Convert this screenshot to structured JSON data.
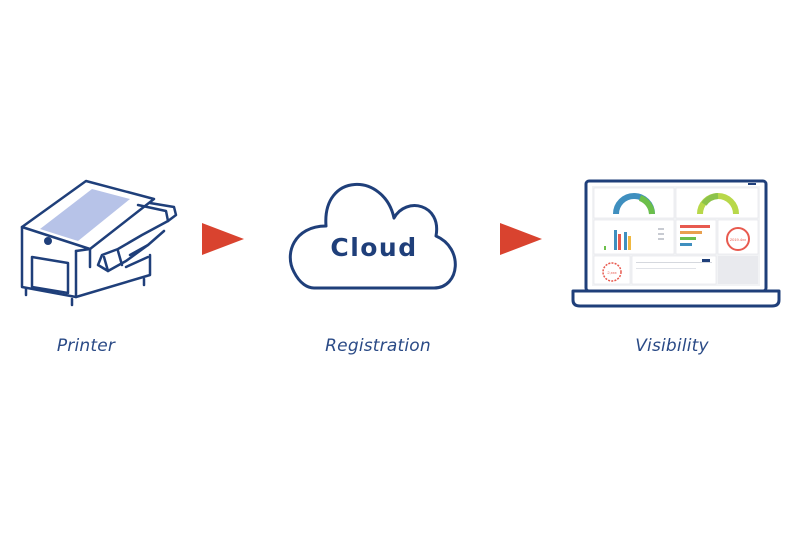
{
  "steps": [
    {
      "label": "Printer"
    },
    {
      "label": "Registration",
      "cloud_text": "Cloud"
    },
    {
      "label": "Visibility"
    }
  ],
  "screen": {
    "gauge1_value": "",
    "gauge2_value": "",
    "ring1_value": "2019.4xx",
    "ring2_value": "2,xxx"
  },
  "colors": {
    "line": "#1f3f7a",
    "arrow": "#d9432f",
    "screen_panel": "#b7c3e8",
    "caption": "#2a4a86"
  }
}
